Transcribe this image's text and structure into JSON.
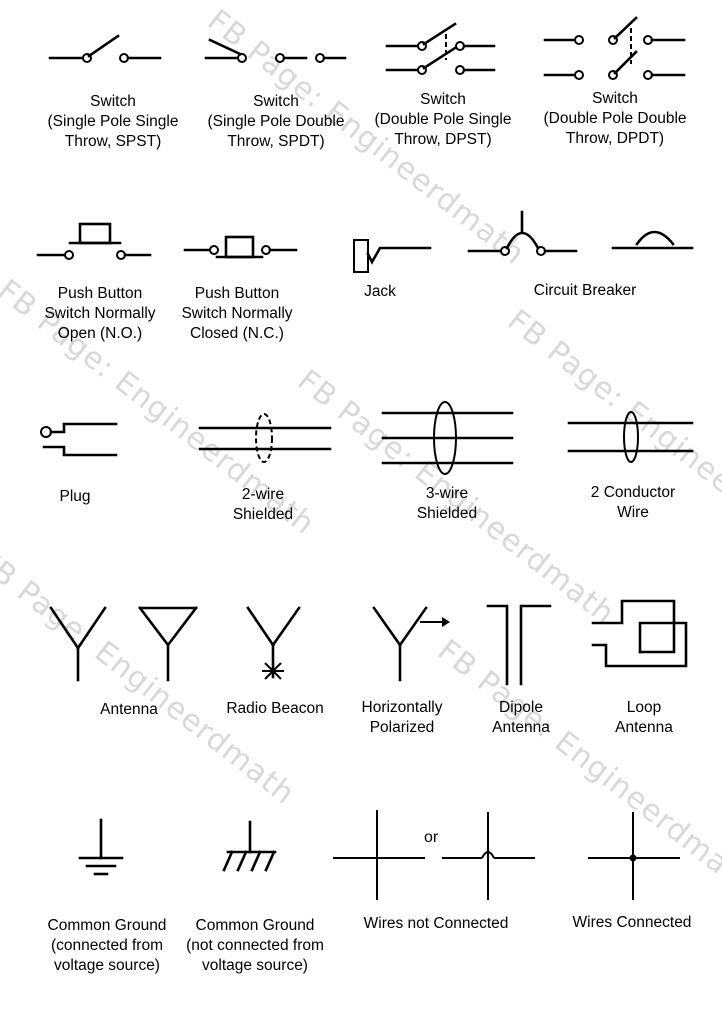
{
  "watermark": "FB Page: Engineerdmath",
  "row1": {
    "spst": "Switch\n(Single Pole Single\nThrow, SPST)",
    "spdt": "Switch\n(Single Pole Double\nThrow, SPDT)",
    "dpst": "Switch\n(Double Pole Single\nThrow, DPST)",
    "dpdt": "Switch\n(Double Pole Double\nThrow, DPDT)"
  },
  "row2": {
    "push_no": "Push Button\nSwitch Normally\nOpen (N.O.)",
    "push_nc": "Push Button\nSwitch Normally\nClosed (N.C.)",
    "jack": "Jack",
    "breaker": "Circuit Breaker"
  },
  "row3": {
    "plug": "Plug",
    "two_wire": "2-wire\nShielded",
    "three_wire": "3-wire\nShielded",
    "two_conductor": "2 Conductor\nWire"
  },
  "row4": {
    "antenna": "Antenna",
    "radio_beacon": "Radio Beacon",
    "horiz_polarized": "Horizontally\nPolarized",
    "dipole": "Dipole\nAntenna",
    "loop": "Loop\nAntenna"
  },
  "row5": {
    "ground_connected": "Common Ground\n(connected from\nvoltage source)",
    "ground_not_connected": "Common Ground\n(not connected from\nvoltage source)",
    "or_label": "or",
    "wires_not_connected": "Wires not Connected",
    "wires_connected": "Wires Connected"
  }
}
